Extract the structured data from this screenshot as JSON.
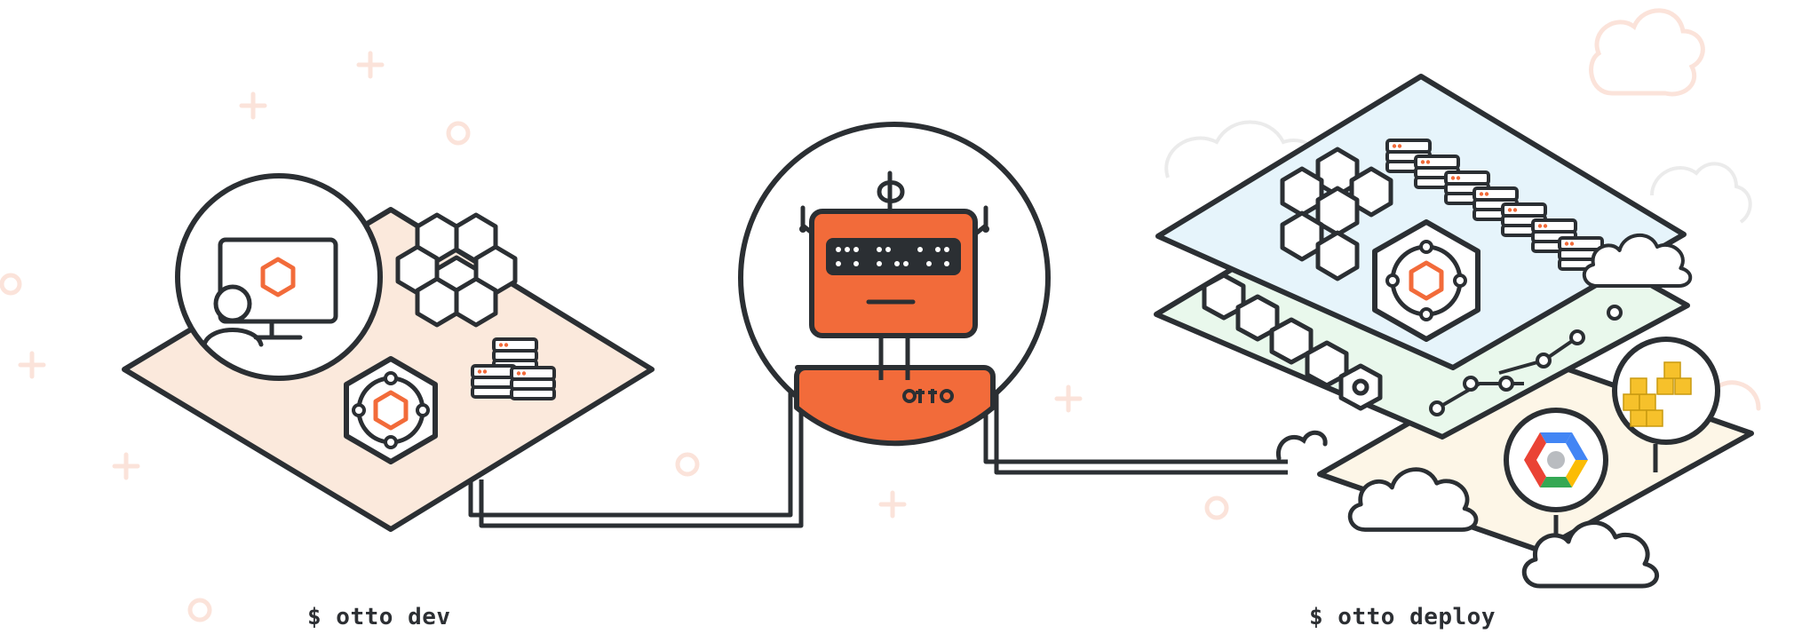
{
  "colors": {
    "outline": "#2b2f33",
    "accent": "#f26b3a",
    "local_plane": "#fbe9dc",
    "cloud_plane": "#e6f4fb",
    "network_plane": "#e9f8ec",
    "provider_plane": "#fdf6e7",
    "decor": "#fbe3da",
    "aws": "#f6c12b",
    "gcp_blue": "#4285f4",
    "gcp_red": "#ea4335",
    "gcp_yellow": "#fbbc05",
    "gcp_green": "#34a853"
  },
  "icons": [
    "developer-icon",
    "monitor-icon",
    "hexagon-cluster-icon",
    "server-stack-icon",
    "robot-icon",
    "cloud-icon",
    "aws-icon",
    "gcp-icon"
  ],
  "robot": {
    "label": "otto"
  },
  "captions": {
    "dev": "$ otto dev",
    "deploy": "$ otto deploy"
  }
}
